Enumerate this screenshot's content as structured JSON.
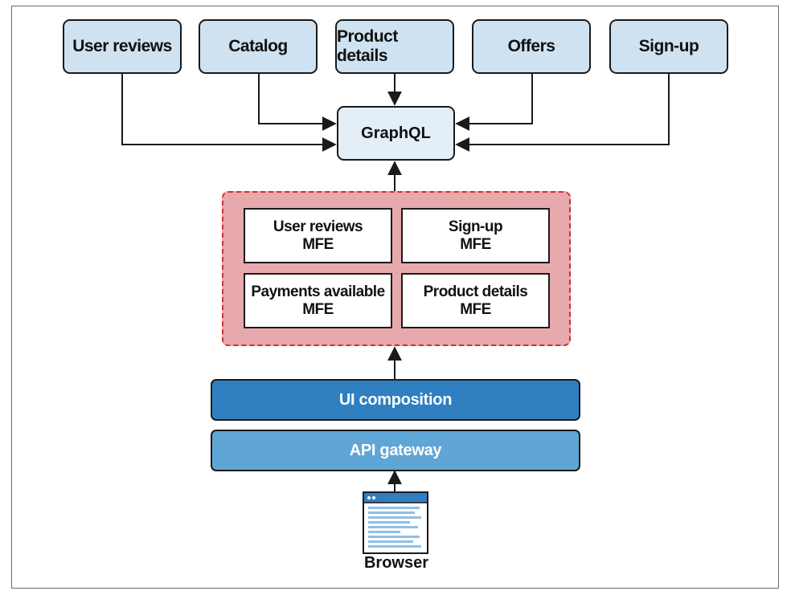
{
  "services": [
    "User reviews",
    "Catalog",
    "Product details",
    "Offers",
    "Sign-up"
  ],
  "graphql": "GraphQL",
  "mfes": [
    {
      "name": "User reviews",
      "suffix": "MFE"
    },
    {
      "name": "Sign-up",
      "suffix": "MFE"
    },
    {
      "name": "Payments available",
      "suffix": "MFE"
    },
    {
      "name": "Product details",
      "suffix": "MFE"
    }
  ],
  "layers": {
    "ui_composition": "UI composition",
    "api_gateway": "API gateway"
  },
  "browser": {
    "label": "Browser"
  },
  "colors": {
    "service_fill": "#cfe2f1",
    "graphql_fill": "#e3eef7",
    "mfe_container_fill": "#e8a9ad",
    "mfe_container_border": "#d32d2d",
    "ui_composition_fill": "#2f7fc1",
    "api_gateway_fill": "#5fa6d6"
  }
}
